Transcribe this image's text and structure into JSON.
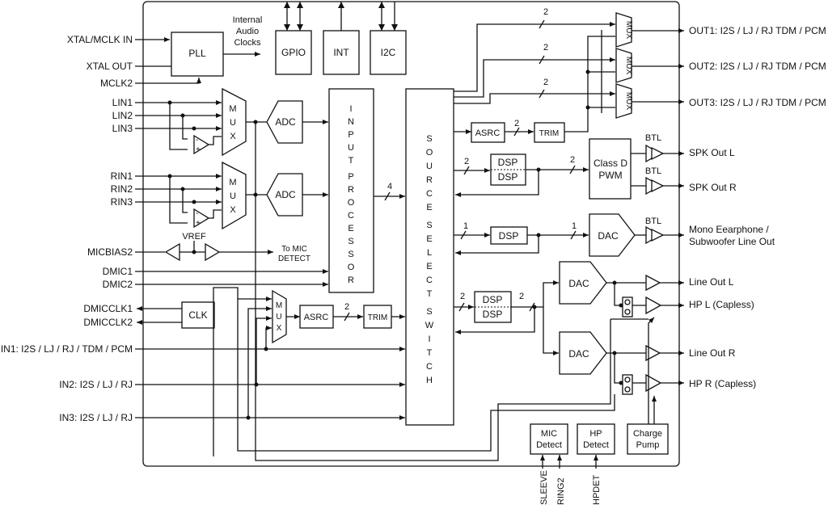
{
  "blocks": {
    "pll": "PLL",
    "internal_clocks": [
      "Internal",
      "Audio",
      "Clocks"
    ],
    "gpio": "GPIO",
    "int": "INT",
    "i2c": "I2C",
    "adc": "ADC",
    "input_processor_letters": [
      "I",
      "N",
      "P",
      "U",
      "T",
      "",
      "P",
      "R",
      "O",
      "C",
      "E",
      "S",
      "S",
      "O",
      "R"
    ],
    "source_select_letters": [
      "S",
      "O",
      "U",
      "R",
      "C",
      "E",
      "",
      "S",
      "E",
      "L",
      "E",
      "C",
      "T",
      "",
      "S",
      "W",
      "I",
      "T",
      "C",
      "H"
    ],
    "mux": "MUX",
    "mux_letters": [
      "M",
      "U",
      "X"
    ],
    "asrc": "ASRC",
    "trim": "TRIM",
    "dsp": "DSP",
    "dac": "DAC",
    "class_d": [
      "Class D",
      "PWM"
    ],
    "btl": "BTL",
    "clk": "CLK",
    "vref": "VREF",
    "to_mic_detect": [
      "To MIC",
      "DETECT"
    ],
    "mic_detect": [
      "MIC",
      "Detect"
    ],
    "hp_detect": [
      "HP",
      "Detect"
    ],
    "charge_pump": [
      "Charge",
      "Pump"
    ]
  },
  "bus_widths": {
    "two": "2",
    "four": "4",
    "one": "1"
  },
  "inputs": {
    "xtal_mclk_in": "XTAL/MCLK IN",
    "xtal_out": "XTAL OUT",
    "mclk2": "MCLK2",
    "lin1": "LIN1",
    "lin2": "LIN2",
    "lin3": "LIN3",
    "rin1": "RIN1",
    "rin2": "RIN2",
    "rin3": "RIN3",
    "micbias2": "MICBIAS2",
    "dmic1": "DMIC1",
    "dmic2": "DMIC2",
    "dmicclk1": "DMICCLK1",
    "dmicclk2": "DMICCLK2",
    "in1": "IN1: I2S / LJ / RJ / TDM / PCM",
    "in2": "IN2: I2S / LJ / RJ",
    "in3": "IN3: I2S / LJ / RJ"
  },
  "outputs": {
    "out1": "OUT1: I2S / LJ / RJ TDM / PCM",
    "out2": "OUT2: I2S / LJ / RJ TDM / PCM",
    "out3": "OUT3: I2S / LJ / RJ TDM / PCM",
    "spk_l": "SPK Out L",
    "spk_r": "SPK Out R",
    "mono_1": "Mono Eearphone /",
    "mono_2": "Subwoofer Line Out",
    "line_out_l": "Line Out L",
    "hp_l": "HP L (Capless)",
    "line_out_r": "Line Out R",
    "hp_r": "HP R (Capless)"
  },
  "bottom_pins": {
    "sleeve": "SLEEVE",
    "ring2": "RING2",
    "hpdet": "HPDET"
  }
}
